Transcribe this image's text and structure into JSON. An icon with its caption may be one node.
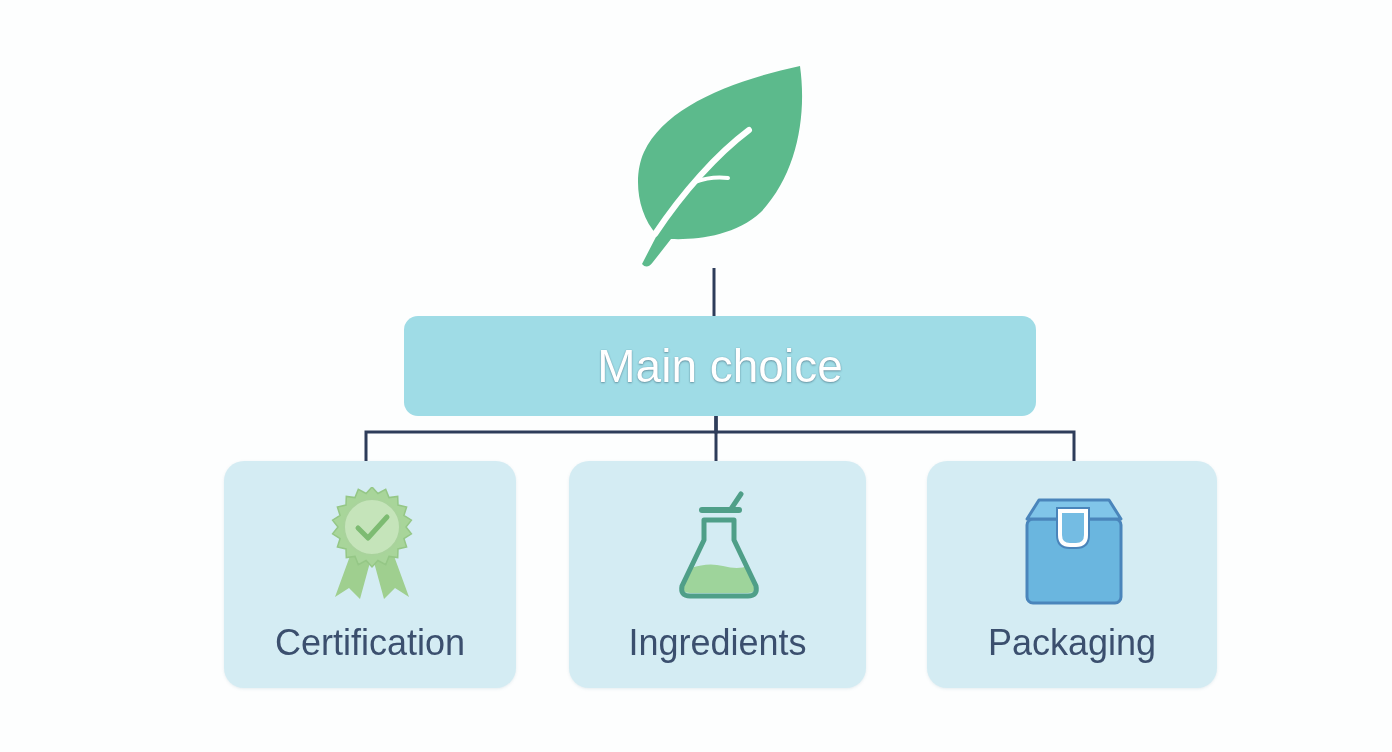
{
  "diagram": {
    "nodes": [
      {
        "text": [],
        "shape": "picture"
      },
      {
        "text": [
          "Main choice"
        ]
      },
      {
        "text": [
          "Certification"
        ]
      },
      {
        "text": [
          "Ingredients"
        ]
      },
      {
        "text": [
          "Packaging"
        ]
      }
    ],
    "edges": [
      {
        "from": 0,
        "to": 1,
        "arrow": "none"
      },
      {
        "from": 1,
        "to": 2,
        "arrow": "none"
      },
      {
        "from": 1,
        "to": 3,
        "arrow": "none"
      },
      {
        "from": 1,
        "to": 4,
        "arrow": "none"
      }
    ]
  }
}
